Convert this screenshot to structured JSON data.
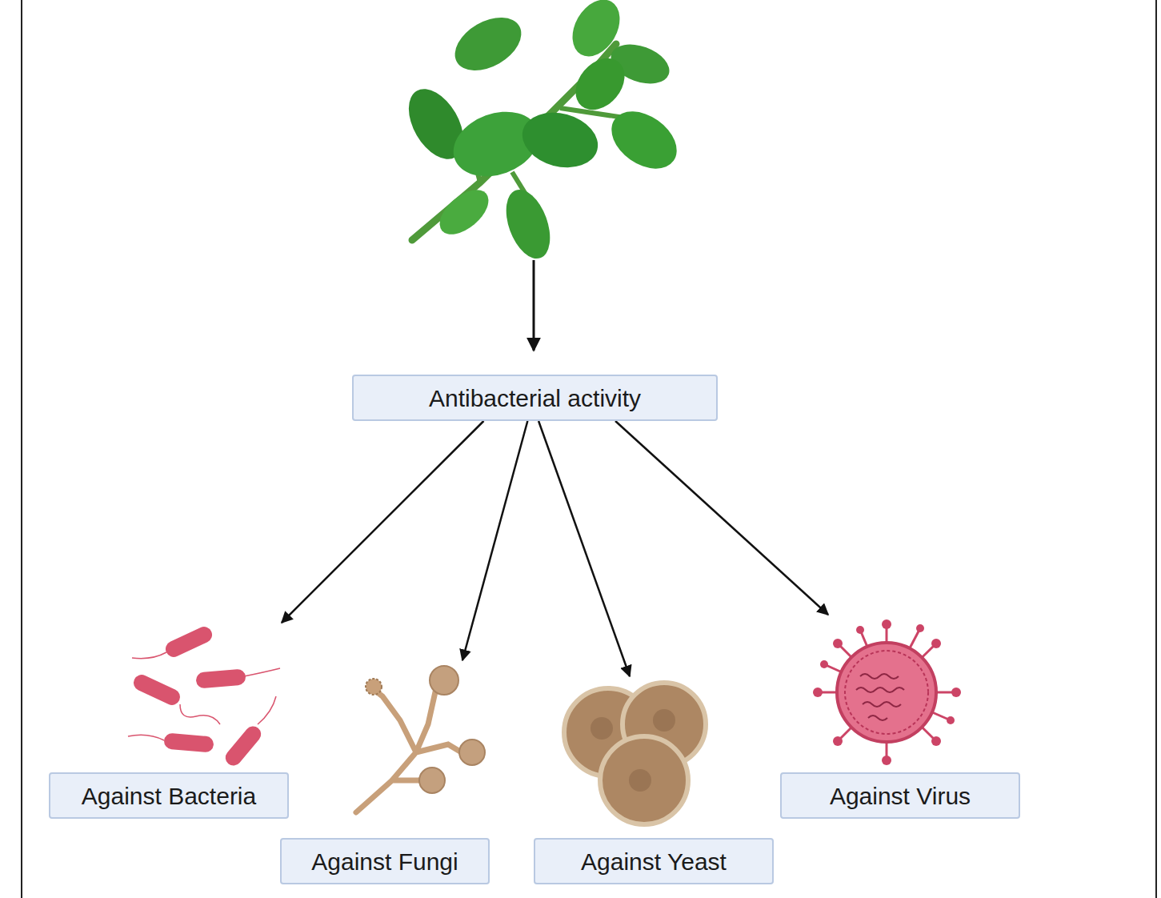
{
  "diagram": {
    "nodes": [
      {
        "text": [
          "Antibacterial activity"
        ]
      },
      {
        "text": [
          "Against Bacteria"
        ]
      },
      {
        "text": [
          "Against Fungi"
        ]
      },
      {
        "text": [
          "Against Yeast"
        ]
      },
      {
        "text": [
          "Against Virus"
        ]
      }
    ],
    "edges": [
      {
        "from": 0,
        "to": 1,
        "arrow": "to"
      },
      {
        "from": 0,
        "to": 2,
        "arrow": "to"
      },
      {
        "from": 0,
        "to": 3,
        "arrow": "to"
      },
      {
        "from": 0,
        "to": 4,
        "arrow": "to"
      }
    ]
  }
}
